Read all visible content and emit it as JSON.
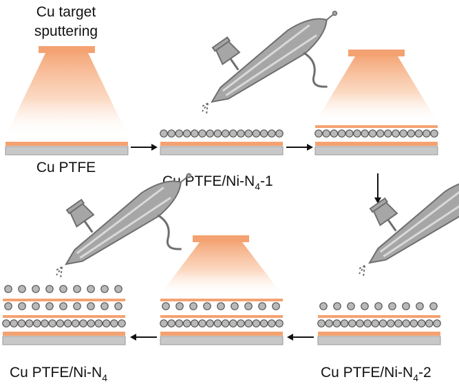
{
  "title_lines": [
    "Cu target",
    "sputtering"
  ],
  "labels": {
    "step1": "Cu PTFE",
    "step2": {
      "main": "Cu PTFE/Ni-N",
      "sub": "4",
      "tail": "-1"
    },
    "step4": {
      "main": "Cu PTFE/Ni-N",
      "sub": "4",
      "tail": "-2"
    },
    "step6": {
      "main": "Cu PTFE/Ni-N",
      "sub": "4",
      "tail": ""
    }
  },
  "colors": {
    "copper": "#f4a271",
    "copper_light": "#fbd3b8",
    "substrate": "#c8c8c8",
    "substrate_edge": "#8c8c8c",
    "particle": "#b9b9b9",
    "particle_edge": "#555555",
    "sprayer": "#a6a6a6",
    "sprayer_edge": "#6e6e6e",
    "arrow": "#111111"
  },
  "icons": [
    "sputter-target-icon",
    "spray-gun-icon",
    "arrow-right-icon",
    "arrow-down-icon",
    "arrow-left-icon"
  ]
}
